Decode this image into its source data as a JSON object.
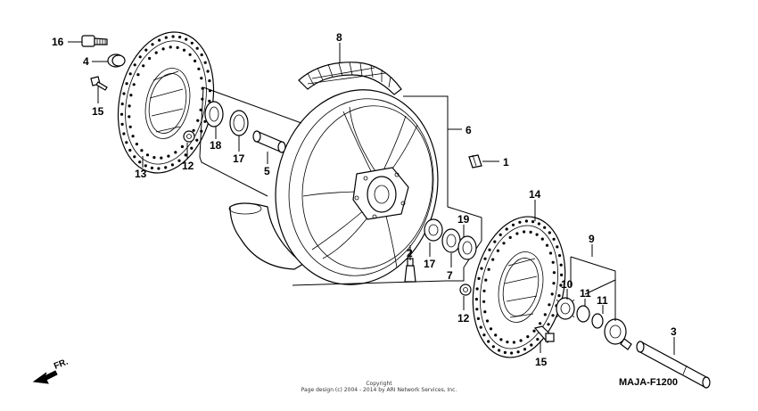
{
  "diagram": {
    "code": "MAJA-F1200",
    "front_arrow_label": "FR.",
    "copyright_line1": "Copyright",
    "copyright_line2": "Page design (c) 2004 - 2014 by ARI Network Services, Inc."
  },
  "callouts": [
    {
      "id": "c16",
      "label": "16"
    },
    {
      "id": "c4",
      "label": "4"
    },
    {
      "id": "c15a",
      "label": "15"
    },
    {
      "id": "c13",
      "label": "13"
    },
    {
      "id": "c12a",
      "label": "12"
    },
    {
      "id": "c18",
      "label": "18"
    },
    {
      "id": "c17a",
      "label": "17"
    },
    {
      "id": "c5",
      "label": "5"
    },
    {
      "id": "c8",
      "label": "8"
    },
    {
      "id": "c6",
      "label": "6"
    },
    {
      "id": "c1",
      "label": "1"
    },
    {
      "id": "c14",
      "label": "14"
    },
    {
      "id": "c19",
      "label": "19"
    },
    {
      "id": "c2",
      "label": "2"
    },
    {
      "id": "c17b",
      "label": "17"
    },
    {
      "id": "c7",
      "label": "7"
    },
    {
      "id": "c12b",
      "label": "12"
    },
    {
      "id": "c9",
      "label": "9"
    },
    {
      "id": "c10",
      "label": "10"
    },
    {
      "id": "c11a",
      "label": "11"
    },
    {
      "id": "c11b",
      "label": "11"
    },
    {
      "id": "c15b",
      "label": "15"
    },
    {
      "id": "c3",
      "label": "3"
    }
  ]
}
